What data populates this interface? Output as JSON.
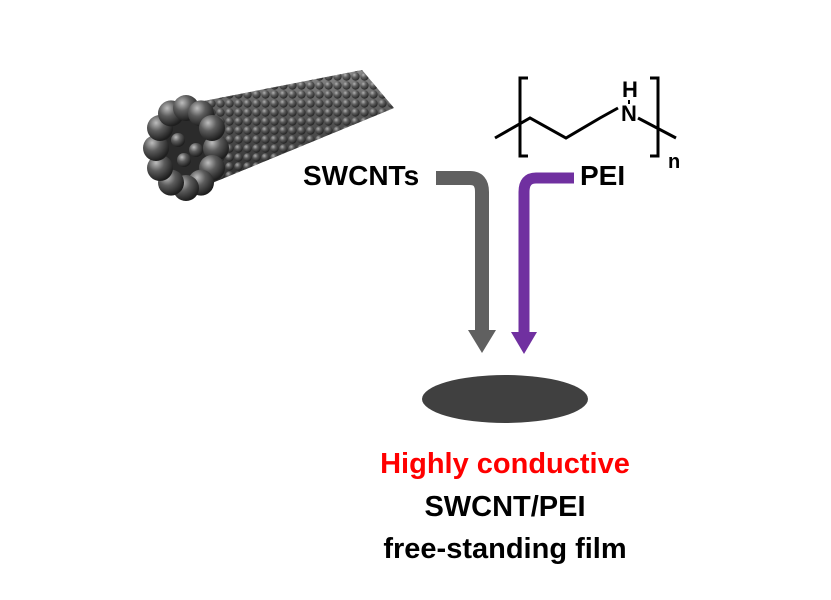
{
  "labels": {
    "swcnts": "SWCNTs",
    "pei": "PEI"
  },
  "polymer": {
    "hetero_atom": "N",
    "hetero_hydrogen": "H",
    "repeat_subscript": "n"
  },
  "caption": {
    "line1": "Highly conductive",
    "line2": "SWCNT/PEI",
    "line3": "free-standing film"
  },
  "colors": {
    "swcnt_arrow": "#606060",
    "pei_arrow": "#7030a0",
    "caption_highlight": "#ff0000",
    "film": "#404040",
    "nanotube": "#4a4a4a"
  }
}
